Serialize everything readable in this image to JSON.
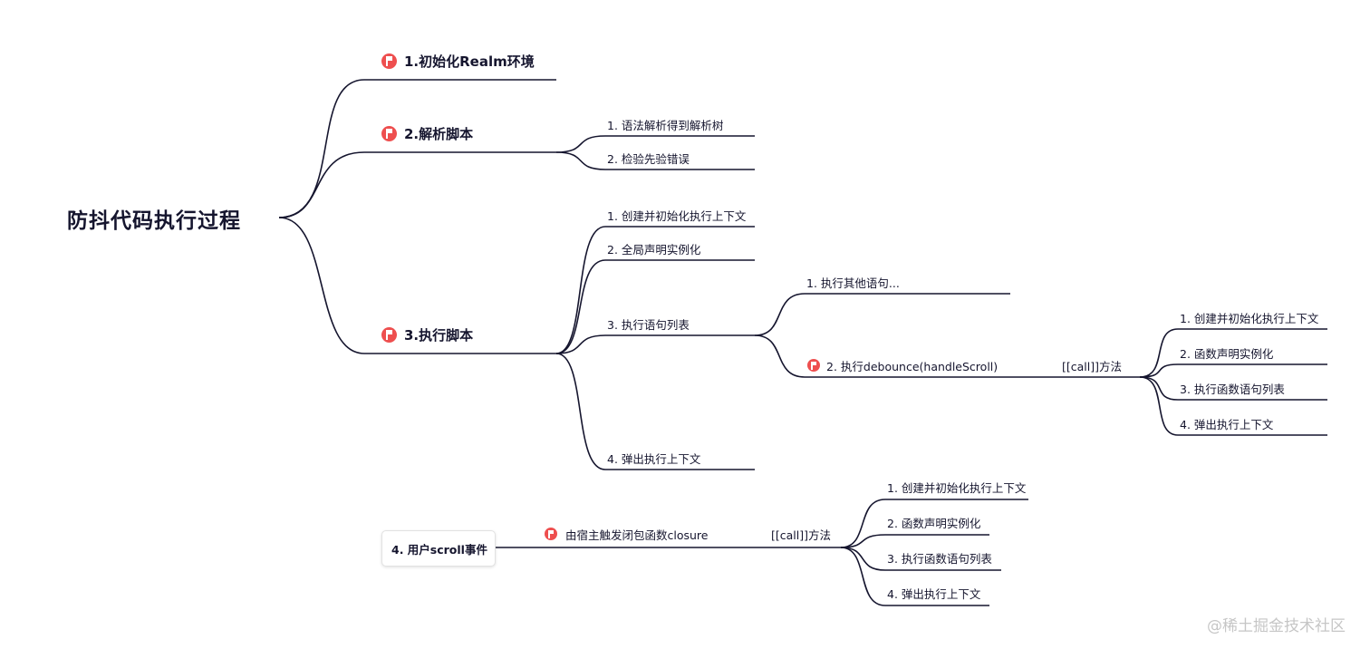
{
  "root": "防抖代码执行过程",
  "branches": {
    "b1": "1.初始化Realm环境",
    "b2": "2.解析脚本",
    "b3": "3.执行脚本"
  },
  "parse": [
    "1. 语法解析得到解析树",
    "2. 检验先验错误"
  ],
  "exec": [
    "1. 创建并初始化执行上下文",
    "2. 全局声明实例化",
    "3. 执行语句列表",
    "4. 弹出执行上下文"
  ],
  "stmt": [
    "1. 执行其他语句...",
    "2. 执行debounce(handleScroll)"
  ],
  "call_label": "[[call]]方法",
  "call_children": [
    "1. 创建并初始化执行上下文",
    "2. 函数声明实例化",
    "3. 执行函数语句列表",
    "4. 弹出执行上下文"
  ],
  "scroll": {
    "box_label": "4. 用户scroll事件",
    "trigger": "由宿主触发闭包函数closure",
    "call_label": "[[call]]方法",
    "children": [
      "1. 创建并初始化执行上下文",
      "2. 函数声明实例化",
      "3. 执行函数语句列表",
      "4. 弹出执行上下文"
    ]
  },
  "watermark": "@稀土掘金技术社区",
  "colors": {
    "line": "#15152e",
    "flag": "#ee4f4f"
  }
}
